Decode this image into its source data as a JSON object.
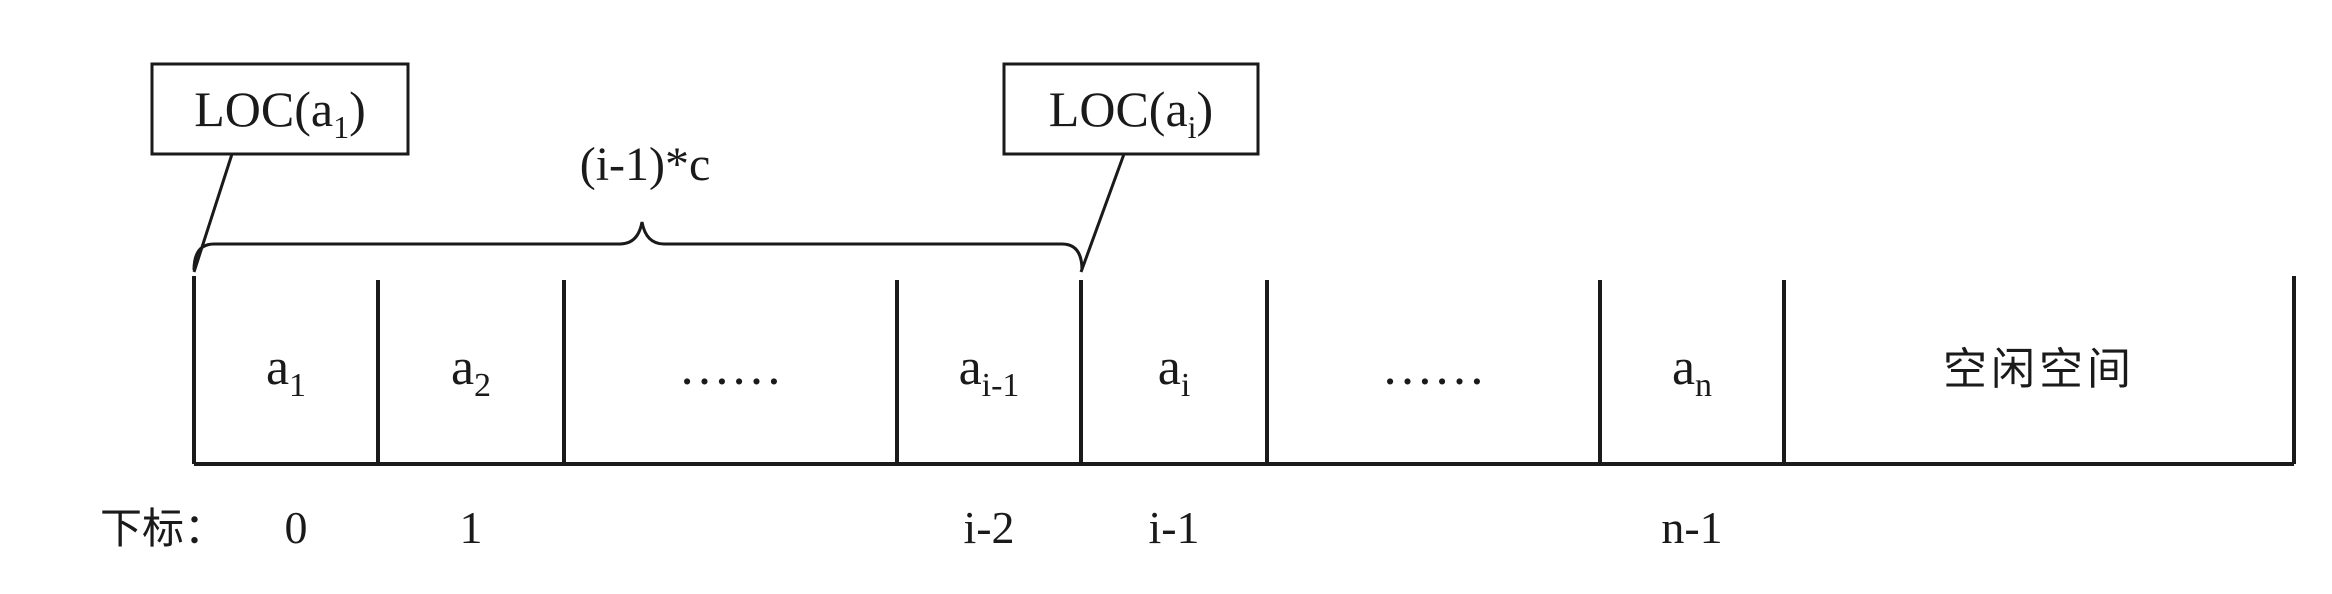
{
  "pointer_labels": {
    "first": {
      "text": "LOC(a",
      "sub": "1",
      "close": ")"
    },
    "current": {
      "text": "LOC(a",
      "sub": "i",
      "close": ")"
    }
  },
  "span_label": "(i-1)*c",
  "cells": [
    {
      "main": "a",
      "sub": "1"
    },
    {
      "main": "a",
      "sub": "2"
    },
    {
      "main": "……",
      "sub": ""
    },
    {
      "main": "a",
      "sub": "i-1"
    },
    {
      "main": "a",
      "sub": "i"
    },
    {
      "main": "……",
      "sub": ""
    },
    {
      "main": "a",
      "sub": "n"
    },
    {
      "main": "空闲空间",
      "sub": ""
    }
  ],
  "index_prefix": "下标：",
  "indices": [
    "0",
    "1",
    "",
    "i-2",
    "i-1",
    "",
    "n-1",
    ""
  ],
  "colors": {
    "stroke": "#1a1a1a",
    "text": "#1a1a1a",
    "background": "#ffffff"
  }
}
